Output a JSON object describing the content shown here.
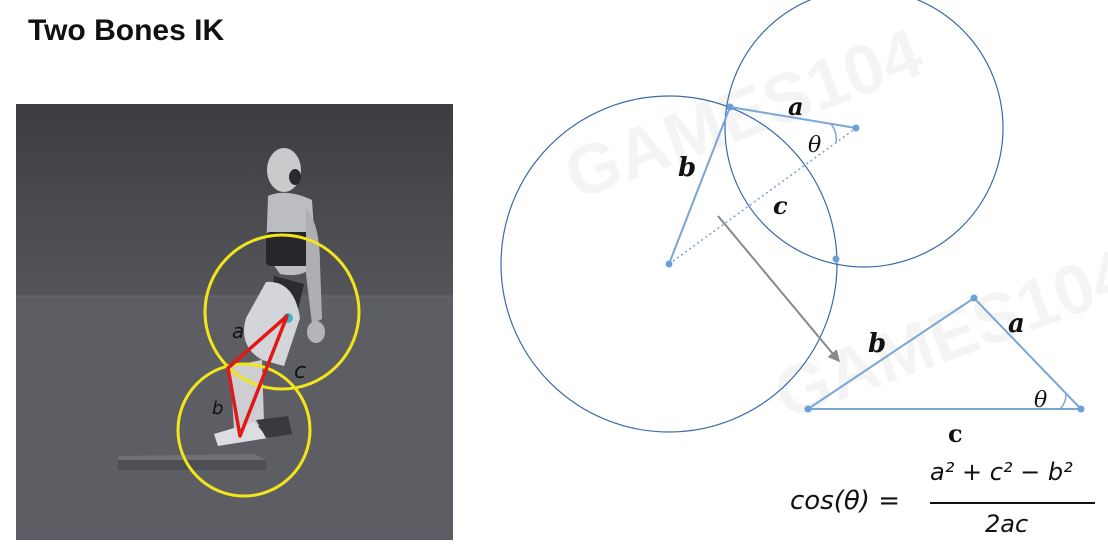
{
  "page": {
    "title": "Two Bones IK"
  },
  "scene": {
    "labels": {
      "a": "a",
      "b": "b",
      "c": "c"
    },
    "colors": {
      "background": "#4a4b4f",
      "floor": "#5d5e63",
      "circle": "#f2e61a",
      "triangle": "#e01818"
    }
  },
  "diagram": {
    "labels": {
      "a": "a",
      "b": "b",
      "c": "c",
      "theta": "θ"
    },
    "colors": {
      "line": "#7aa6d6",
      "circle": "#3b6aa6",
      "point": "#6c9fd8",
      "arrow": "#888888"
    }
  },
  "triangle": {
    "labels": {
      "a": "a",
      "b": "b",
      "c": "c",
      "theta": "θ"
    }
  },
  "formula": {
    "lhs": "cos(θ) =",
    "numerator": "a² + c² − b²",
    "denominator": "2ac"
  },
  "watermark": {
    "text": "GAMES104"
  }
}
